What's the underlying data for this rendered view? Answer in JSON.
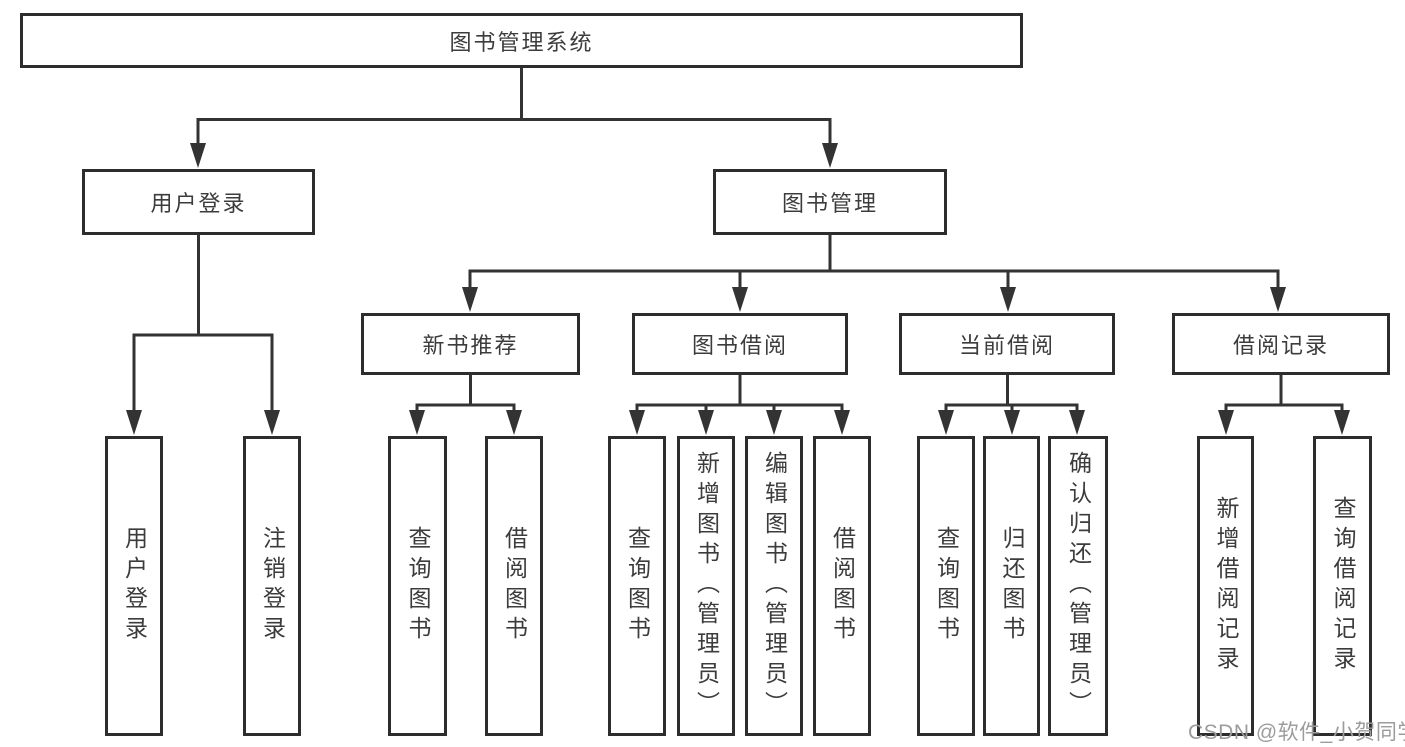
{
  "colors": {
    "line": "#333333",
    "box_border": "#2d2d2d",
    "text": "#3c3c3c",
    "watermark": "#9c9c9c",
    "background": "#ffffff"
  },
  "watermark": {
    "text": "CSDN @软件_小贺同学"
  },
  "tree": {
    "label": "图书管理系统",
    "children": [
      {
        "label": "用户登录",
        "children": [
          {
            "label": "用户登录"
          },
          {
            "label": "注销登录"
          }
        ]
      },
      {
        "label": "图书管理",
        "children": [
          {
            "label": "新书推荐",
            "children": [
              {
                "label": "查询图书"
              },
              {
                "label": "借阅图书"
              }
            ]
          },
          {
            "label": "图书借阅",
            "children": [
              {
                "label": "查询图书"
              },
              {
                "label": "新增图书（管理员）"
              },
              {
                "label": "编辑图书（管理员）"
              },
              {
                "label": "借阅图书"
              }
            ]
          },
          {
            "label": "当前借阅",
            "children": [
              {
                "label": "查询图书"
              },
              {
                "label": "归还图书"
              },
              {
                "label": "确认归还（管理员）"
              }
            ]
          },
          {
            "label": "借阅记录",
            "children": [
              {
                "label": "新增借阅记录"
              },
              {
                "label": "查询借阅记录"
              }
            ]
          }
        ]
      }
    ]
  }
}
